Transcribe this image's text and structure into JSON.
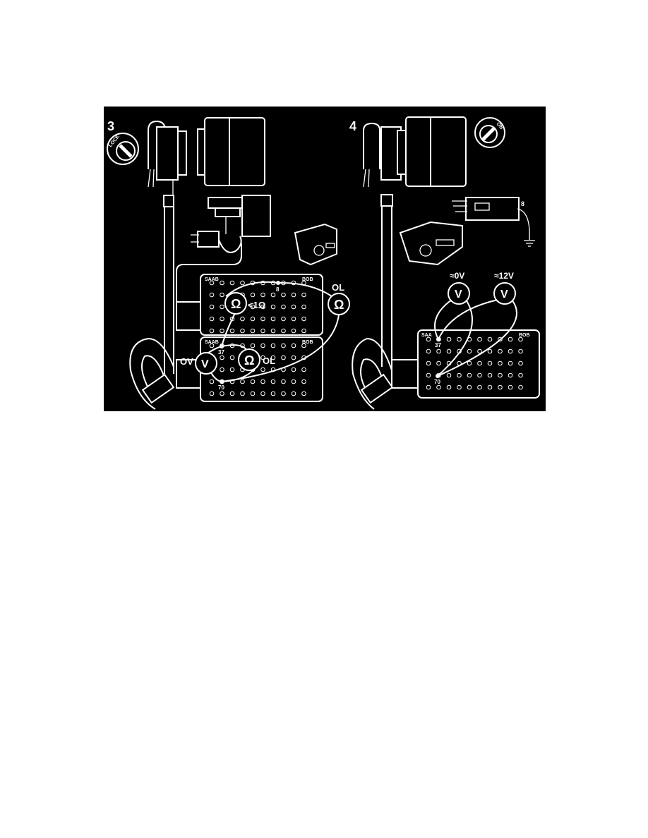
{
  "figure": {
    "background": "#000000",
    "foreground": "#ffffff",
    "panel_left": {
      "number": "3",
      "ignition_label": "LOCK",
      "board_top_left": "SAAB",
      "board_top_right": "BOB",
      "board_bottom_left": "SAAB",
      "board_bottom_right": "BOB",
      "pin_8": "8",
      "pin_37": "37",
      "pin_70": "70",
      "ohm_symbol": "Ω",
      "volt_symbol": "V",
      "reading_lt1ohm": "<1Ω",
      "reading_ol_top": "OL",
      "reading_ol_bottom": "OL",
      "reading_0v": "OV"
    },
    "panel_right": {
      "number": "4",
      "ignition_label": "ON",
      "connector_pin": "8",
      "board_left": "SAA",
      "board_right": "BOB",
      "pin_37": "37",
      "pin_70": "70",
      "volt_symbol": "V",
      "reading_0v": "≈0V",
      "reading_12v": "≈12V"
    }
  }
}
